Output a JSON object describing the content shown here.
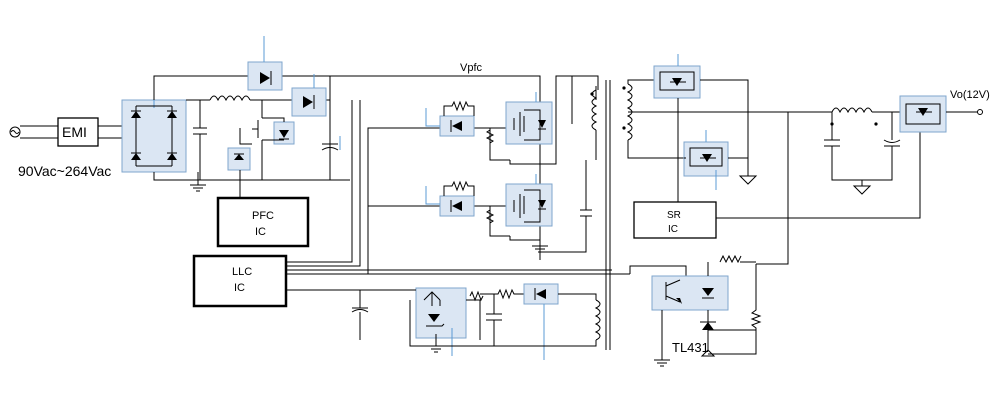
{
  "labels": {
    "emi": "EMI",
    "input_range": "90Vac~264Vac",
    "vpfc": "Vpfc",
    "pfc_ic_line1": "PFC",
    "pfc_ic_line2": "IC",
    "llc_ic_line1": "LLC",
    "llc_ic_line2": "IC",
    "sr_ic_line1": "SR",
    "sr_ic_line2": "IC",
    "tl431": "TL431",
    "vout": "Vo(12V)"
  },
  "colors": {
    "wire": "#000000",
    "highlight_fill": "#dbe6f3",
    "highlight_stroke": "#7fa6cc",
    "accent_line": "#5b9bd5"
  }
}
